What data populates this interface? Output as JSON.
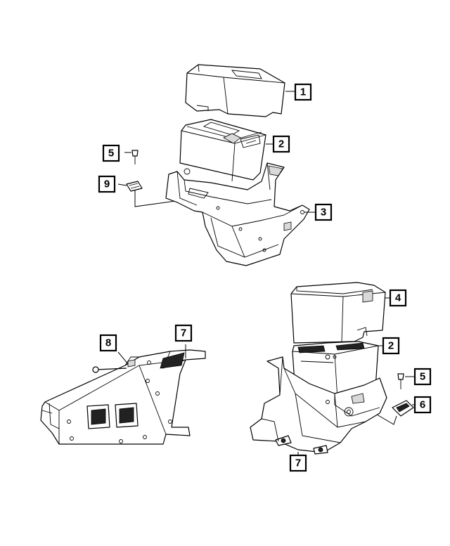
{
  "callouts": {
    "top_battery_cover": "1",
    "top_battery": "2",
    "top_bolt": "5",
    "top_clip": "9",
    "top_tray": "3",
    "right_cover": "4",
    "right_battery": "2",
    "right_bolt": "5",
    "right_clip": "6",
    "right_bracket": "7",
    "left_bracket": "7",
    "left_bolt": "8"
  },
  "colors": {
    "line": "#000000",
    "background": "#ffffff"
  }
}
